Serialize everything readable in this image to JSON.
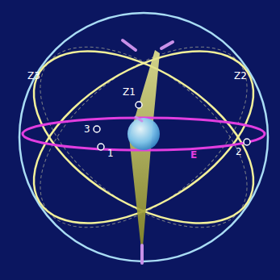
{
  "diagram": {
    "labels": [
      "Z3",
      "Z1",
      "Z2",
      "3",
      "1",
      "2",
      "E"
    ]
  }
}
